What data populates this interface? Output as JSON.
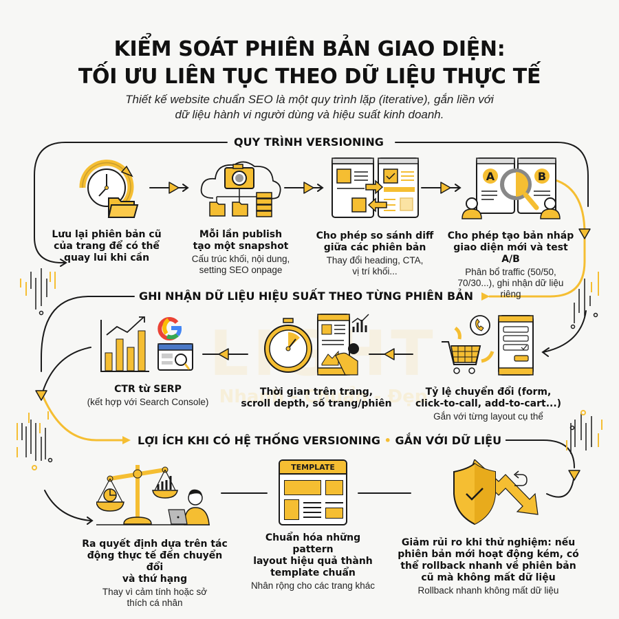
{
  "title": {
    "line1": "KIỂM SOÁT PHIÊN BẢN GIAO DIỆN:",
    "line2": "TỐI ƯU LIÊN TỤC THEO DỮ LIỆU THỰC TẾ"
  },
  "subtitle": {
    "line1": "Thiết kế website chuẩn SEO là một quy trình lặp (iterative), gắn liền với",
    "line2": "dữ liệu hành vi người dùng và hiệu suất kinh doanh."
  },
  "colors": {
    "accent": "#f5be32",
    "ink": "#1a1a1a",
    "background": "#f7f7f5"
  },
  "watermark": {
    "brand": "LIGHT",
    "tagline": "Nhanh - Chuẩn - Đẹp"
  },
  "sections": [
    {
      "title": "QUY TRÌNH VERSIONING",
      "steps": [
        {
          "icon": "clock-history-folder-icon",
          "label_lines": [
            "Lưu lại phiên bản cũ",
            "của trang để có thể",
            "quay lui khi cần"
          ],
          "desc_lines": []
        },
        {
          "icon": "cloud-snapshot-icon",
          "label_lines": [
            "Mỗi lần publish",
            "tạo một snapshot"
          ],
          "desc_lines": [
            "Cấu trúc khối, nội dung,",
            "setting SEO onpage"
          ]
        },
        {
          "icon": "compare-diff-icon",
          "label_lines": [
            "Cho phép so sánh diff",
            "giữa các phiên bản"
          ],
          "desc_lines": [
            "Thay đổi heading, CTA,",
            "vị trí khối..."
          ]
        },
        {
          "icon": "ab-test-icon",
          "label_lines": [
            "Cho phép tạo bản nháp",
            "giao diện mới và test A/B"
          ],
          "desc_lines": [
            "Phân bổ traffic (50/50,",
            "70/30...), ghi nhận dữ liệu",
            "riêng"
          ],
          "badges": [
            "A",
            "B"
          ]
        }
      ]
    },
    {
      "title": "GHI NHẬN DỮ LIỆU HIỆU SUẤT THEO TỪNG PHIÊN BẢN",
      "steps": [
        {
          "icon": "ctr-serp-chart-icon",
          "label_lines": [
            "CTR từ SERP"
          ],
          "desc_lines": [
            "(kết hợp với Search Console)"
          ]
        },
        {
          "icon": "stopwatch-scroll-icon",
          "label_lines": [
            "Thời gian trên trang,",
            "scroll depth, số trang/phiên"
          ],
          "desc_lines": []
        },
        {
          "icon": "cart-form-conversion-icon",
          "label_lines": [
            "Tỷ lệ chuyển đổi (form,",
            "click-to-call, add-to-cart...)"
          ],
          "desc_lines": [
            "Gắn với từng layout cụ thể"
          ]
        }
      ]
    },
    {
      "title": "LỢI ÍCH KHI CÓ HỆ THỐNG VERSIONING",
      "title_separator": "•",
      "title_suffix": "GẮN VỚI DỮ LIỆU",
      "steps": [
        {
          "icon": "scale-decision-icon",
          "label_lines": [
            "Ra quyết định dựa trên tác",
            "động thực tế đến chuyển đổi",
            "và thứ hạng"
          ],
          "desc_lines": [
            "Thay vì cảm tính hoặc sở",
            "thích cá nhân"
          ]
        },
        {
          "icon": "template-icon",
          "badge": "TEMPLATE",
          "label_lines": [
            "Chuẩn hóa những pattern",
            "layout hiệu quả thành",
            "template chuẩn"
          ],
          "desc_lines": [
            "Nhân rộng cho các trang khác"
          ]
        },
        {
          "icon": "shield-rollback-icon",
          "label_lines": [
            "Giảm rủi ro khi thử nghiệm: nếu",
            "phiên bản mới hoạt động kém, có",
            "thể rollback nhanh về phiên bản",
            "cũ mà không mất dữ liệu"
          ],
          "desc_lines": [
            "Rollback nhanh không mất dữ liệu"
          ]
        }
      ]
    }
  ]
}
